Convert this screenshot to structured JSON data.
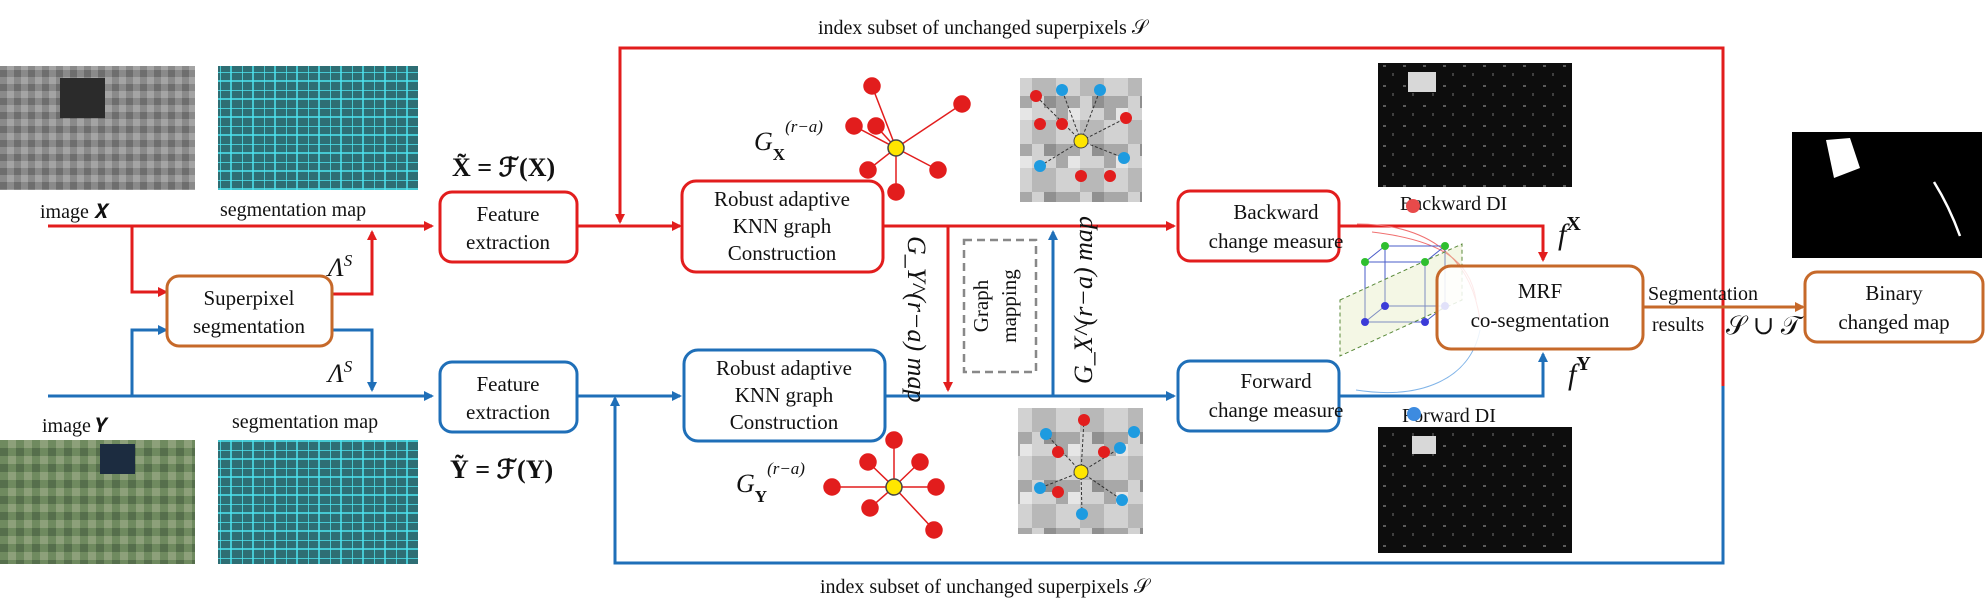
{
  "top_feedback_label": "index subset of unchanged superpixels 𝒮",
  "bottom_feedback_label": "index subset of unchanged superpixels 𝒮",
  "inputs": {
    "image_x_label": "image 𝑿",
    "image_y_label": "image 𝒀",
    "seg_map_top_label": "segmentation map",
    "seg_map_bottom_label": "segmentation map",
    "lambda_s_top": "Λ",
    "lambda_s_bottom": "Λ",
    "lambda_sup": "S"
  },
  "superpixel_box": {
    "line1": "Superpixel",
    "line2": "segmentation"
  },
  "feature_top": {
    "line1": "Feature",
    "line2": "extraction",
    "formula": "X̃ = ℱ(X)"
  },
  "feature_bottom": {
    "line1": "Feature",
    "line2": "extraction",
    "formula": "Ỹ = ℱ(Y)"
  },
  "knn_top": {
    "line1": "Robust adaptive",
    "line2": "KNN graph",
    "line3": "Construction"
  },
  "knn_bottom": {
    "line1": "Robust adaptive",
    "line2": "KNN graph",
    "line3": "Construction"
  },
  "graph_x_label": "G",
  "graph_x_sub": "X",
  "graph_x_sup": "(r−a)",
  "graph_y_label": "G",
  "graph_y_sub": "Y",
  "graph_y_sup": "(r−a)",
  "graph_mapping": {
    "line1": "Graph",
    "line2": "mapping"
  },
  "map_left_label": "G_Y^(r−a) map",
  "map_right_label": "G_X^(r−a) map",
  "backward": {
    "line1": "Backward",
    "line2": "change measure",
    "di_label": "Backward DI",
    "f_label": "f",
    "f_sup": "X"
  },
  "forward": {
    "line1": "Forward",
    "line2": "change measure",
    "di_label": "Forward DI",
    "f_label": "f",
    "f_sup": "Y"
  },
  "mrf": {
    "line1": "MRF",
    "line2": "co-segmentation"
  },
  "segmentation_results": {
    "line1": "Segmentation",
    "line2": "results",
    "formula": "𝒮 ∪ 𝒯"
  },
  "binary_map": {
    "line1": "Binary",
    "line2": "changed map"
  },
  "colors": {
    "red": "#e21d1d",
    "blue": "#1f6fb8",
    "orange": "#c6692a"
  }
}
